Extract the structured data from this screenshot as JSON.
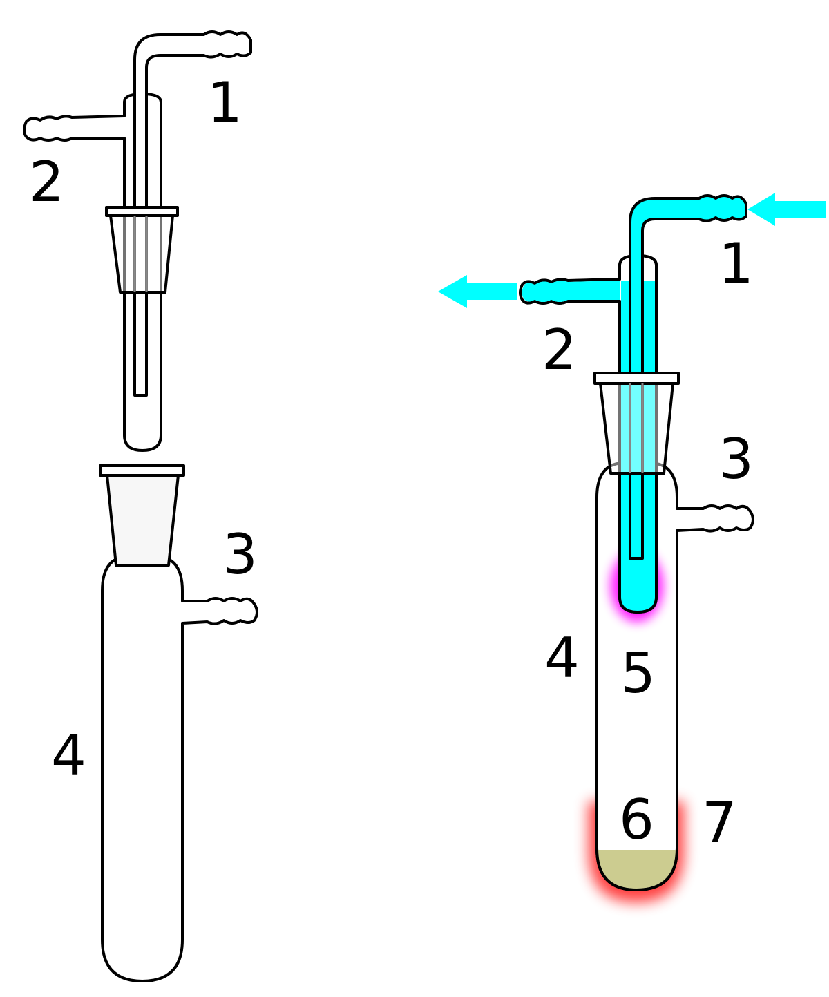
{
  "diagram": {
    "left_apparatus": {
      "labels": [
        "1",
        "2",
        "3",
        "4"
      ]
    },
    "right_apparatus": {
      "labels": [
        "1",
        "2",
        "3",
        "4",
        "5",
        "6",
        "7"
      ]
    }
  },
  "colors": {
    "coolant": "#00ffff",
    "cold_finger_glow": "#ff00ff",
    "heat_glow": "#ff0000",
    "residue": "#cccc90",
    "joint_fill": "#f7f7f7",
    "outline": "#000000"
  }
}
